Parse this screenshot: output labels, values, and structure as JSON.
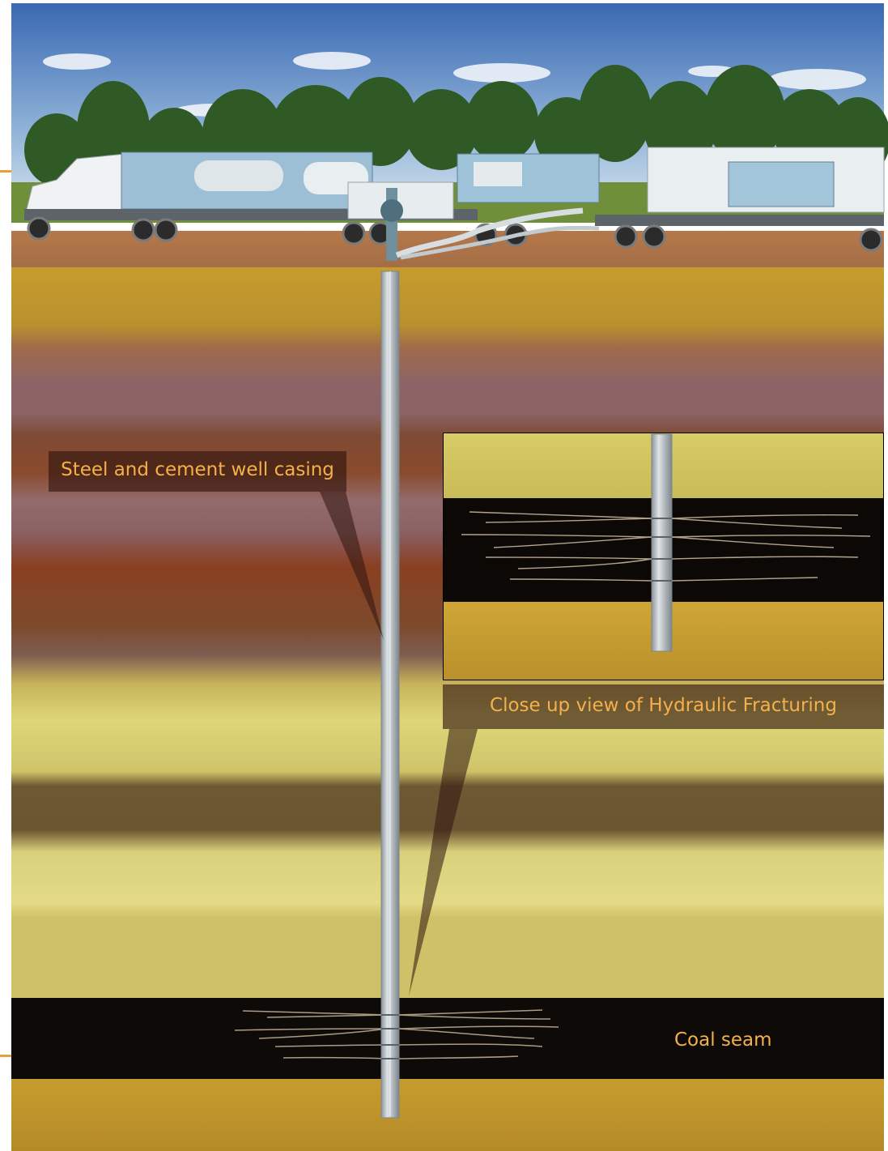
{
  "callouts": {
    "casing": "Steel and cement well casing",
    "closeup": "Close up view of Hydraulic Fracturing",
    "coal": "Coal seam"
  },
  "colors": {
    "sky_top": "#3f6fb8",
    "sky_bottom": "#cfe0ef",
    "soil_yellow": "#c49a2c",
    "mauve_layer": "#8e6266",
    "rust_layer": "#8a4424",
    "pale_yellow": "#e0d67a",
    "brown_band": "#6b5632",
    "coal": "#0d0a08",
    "casing": "#aeb6bb",
    "label_text": "#f4b04a"
  }
}
